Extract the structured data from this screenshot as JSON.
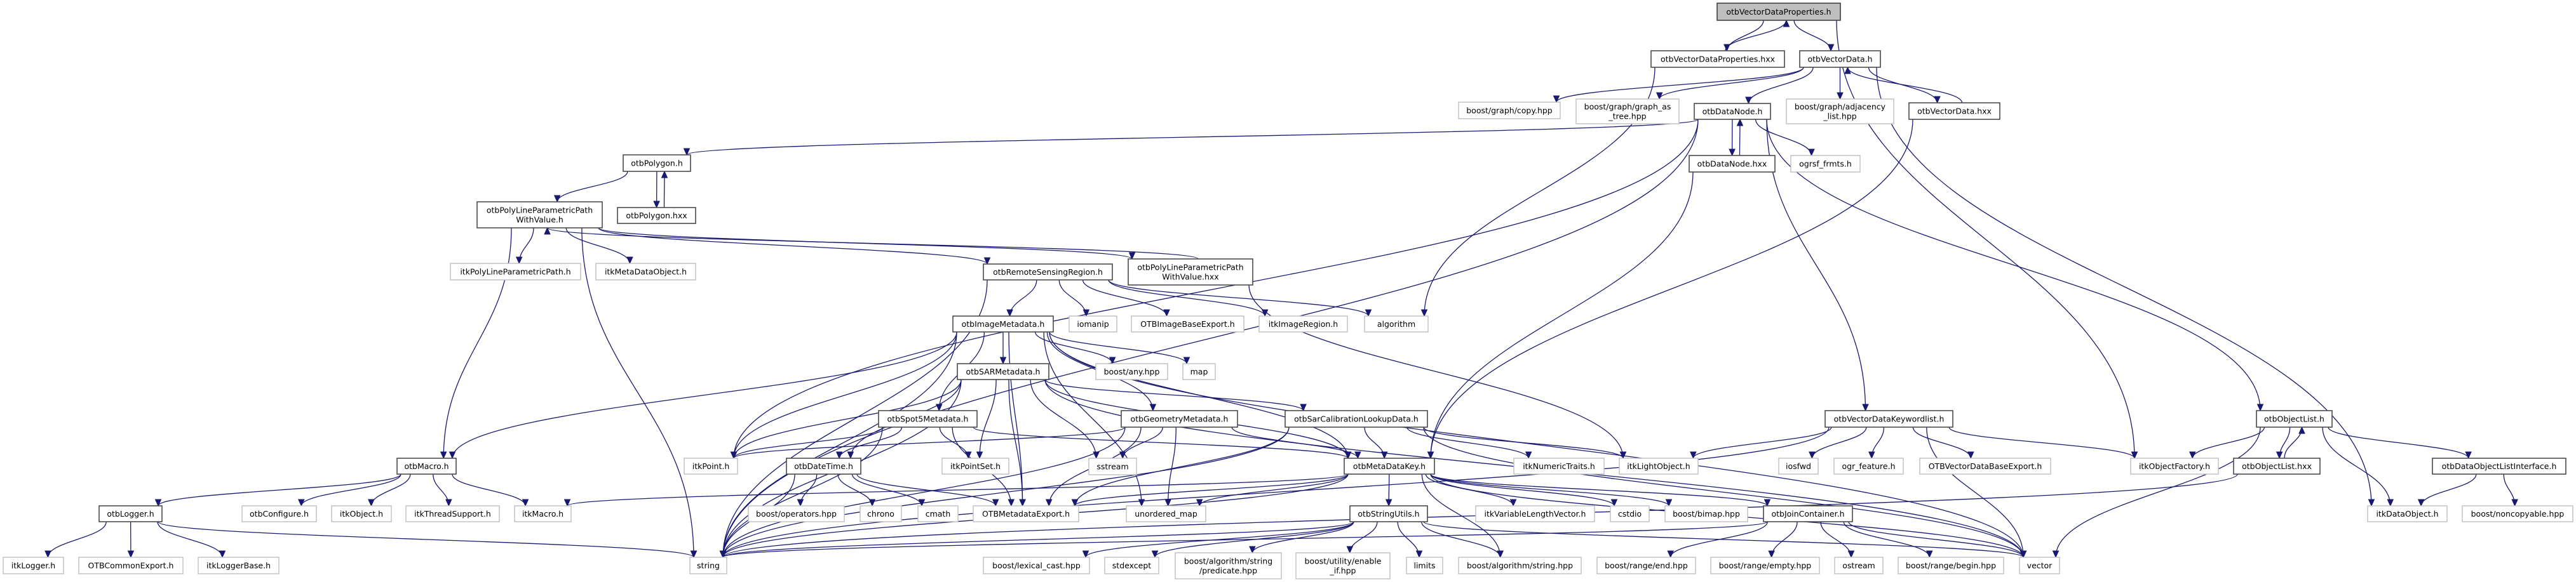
{
  "title": "otbVectorDataProperties.h",
  "colors": {
    "edge": "#191970",
    "root_fill": "#bfbfbf",
    "header_border": "#4a4a4a",
    "system_border": "#bfbfbf"
  },
  "nodes": [
    {
      "id": "vdp_h",
      "label": "otbVectorDataProperties.h",
      "kind": "root"
    },
    {
      "id": "vdp_hxx",
      "label": "otbVectorDataProperties.hxx",
      "kind": "header"
    },
    {
      "id": "vd_h",
      "label": "otbVectorData.h",
      "kind": "header"
    },
    {
      "id": "copy",
      "label": "boost/graph/copy.hpp",
      "kind": "system"
    },
    {
      "id": "gat",
      "label": [
        "boost/graph/graph_as",
        "_tree.hpp"
      ],
      "kind": "system"
    },
    {
      "id": "dn_h",
      "label": "otbDataNode.h",
      "kind": "header"
    },
    {
      "id": "adj",
      "label": [
        "boost/graph/adjacency",
        "_list.hpp"
      ],
      "kind": "system"
    },
    {
      "id": "vd_hxx",
      "label": "otbVectorData.hxx",
      "kind": "header"
    },
    {
      "id": "dn_hxx",
      "label": "otbDataNode.hxx",
      "kind": "header"
    },
    {
      "id": "ogrsf",
      "label": "ogrsf_frmts.h",
      "kind": "system"
    },
    {
      "id": "poly_h",
      "label": "otbPolygon.h",
      "kind": "header"
    },
    {
      "id": "poly_hxx",
      "label": "otbPolygon.hxx",
      "kind": "header"
    },
    {
      "id": "plp_h",
      "label": [
        "otbPolyLineParametricPath",
        "WithValue.h"
      ],
      "kind": "header"
    },
    {
      "id": "itkplp",
      "label": "itkPolyLineParametricPath.h",
      "kind": "system"
    },
    {
      "id": "itkmdo",
      "label": "itkMetaDataObject.h",
      "kind": "system"
    },
    {
      "id": "rsr",
      "label": "otbRemoteSensingRegion.h",
      "kind": "header"
    },
    {
      "id": "plp_hxx",
      "label": [
        "otbPolyLineParametricPath",
        "WithValue.hxx"
      ],
      "kind": "header"
    },
    {
      "id": "imd",
      "label": "otbImageMetadata.h",
      "kind": "header"
    },
    {
      "id": "iomanip",
      "label": "iomanip",
      "kind": "system"
    },
    {
      "id": "ibexp",
      "label": "OTBImageBaseExport.h",
      "kind": "system"
    },
    {
      "id": "itkir",
      "label": "itkImageRegion.h",
      "kind": "system"
    },
    {
      "id": "algorithm",
      "label": "algorithm",
      "kind": "system"
    },
    {
      "id": "sar",
      "label": "otbSARMetadata.h",
      "kind": "header"
    },
    {
      "id": "anyhpp",
      "label": "boost/any.hpp",
      "kind": "system"
    },
    {
      "id": "map",
      "label": "map",
      "kind": "system"
    },
    {
      "id": "spot5",
      "label": "otbSpot5Metadata.h",
      "kind": "header"
    },
    {
      "id": "geom",
      "label": "otbGeometryMetadata.h",
      "kind": "header"
    },
    {
      "id": "sarcal",
      "label": "otbSarCalibrationLookupData.h",
      "kind": "header"
    },
    {
      "id": "vdkw",
      "label": "otbVectorDataKeywordlist.h",
      "kind": "header"
    },
    {
      "id": "ol_h",
      "label": "otbObjectList.h",
      "kind": "header"
    },
    {
      "id": "macro",
      "label": "otbMacro.h",
      "kind": "header"
    },
    {
      "id": "itkpoint",
      "label": "itkPoint.h",
      "kind": "system"
    },
    {
      "id": "datetime",
      "label": "otbDateTime.h",
      "kind": "header"
    },
    {
      "id": "itkpointset",
      "label": "itkPointSet.h",
      "kind": "system"
    },
    {
      "id": "sstream",
      "label": "sstream",
      "kind": "system"
    },
    {
      "id": "mdk",
      "label": "otbMetaDataKey.h",
      "kind": "header"
    },
    {
      "id": "itknt",
      "label": "itkNumericTraits.h",
      "kind": "system"
    },
    {
      "id": "itklo",
      "label": "itkLightObject.h",
      "kind": "system"
    },
    {
      "id": "iosfwd",
      "label": "iosfwd",
      "kind": "system"
    },
    {
      "id": "ogrfeat",
      "label": "ogr_feature.h",
      "kind": "system"
    },
    {
      "id": "vdbexp",
      "label": "OTBVectorDataBaseExport.h",
      "kind": "system"
    },
    {
      "id": "itkof",
      "label": "itkObjectFactory.h",
      "kind": "system"
    },
    {
      "id": "ol_hxx",
      "label": "otbObjectList.hxx",
      "kind": "header"
    },
    {
      "id": "doli",
      "label": "otbDataObjectListInterface.h",
      "kind": "header"
    },
    {
      "id": "logger",
      "label": "otbLogger.h",
      "kind": "header"
    },
    {
      "id": "configure",
      "label": "otbConfigure.h",
      "kind": "system"
    },
    {
      "id": "itkobject",
      "label": "itkObject.h",
      "kind": "system"
    },
    {
      "id": "itkts",
      "label": "itkThreadSupport.h",
      "kind": "system"
    },
    {
      "id": "itkmacro",
      "label": "itkMacro.h",
      "kind": "system"
    },
    {
      "id": "boostops",
      "label": "boost/operators.hpp",
      "kind": "system"
    },
    {
      "id": "chrono",
      "label": "chrono",
      "kind": "system"
    },
    {
      "id": "cmath",
      "label": "cmath",
      "kind": "system"
    },
    {
      "id": "mdexp",
      "label": "OTBMetadataExport.h",
      "kind": "system"
    },
    {
      "id": "umap",
      "label": "unordered_map",
      "kind": "system"
    },
    {
      "id": "strutils",
      "label": "otbStringUtils.h",
      "kind": "header"
    },
    {
      "id": "itkvlv",
      "label": "itkVariableLengthVector.h",
      "kind": "system"
    },
    {
      "id": "cstdio",
      "label": "cstdio",
      "kind": "system"
    },
    {
      "id": "bimap",
      "label": "boost/bimap.hpp",
      "kind": "system"
    },
    {
      "id": "join",
      "label": "otbJoinContainer.h",
      "kind": "header"
    },
    {
      "id": "itkdo",
      "label": "itkDataObject.h",
      "kind": "system"
    },
    {
      "id": "noncopy",
      "label": "boost/noncopyable.hpp",
      "kind": "system"
    },
    {
      "id": "itklogger",
      "label": "itkLogger.h",
      "kind": "system"
    },
    {
      "id": "commonexp",
      "label": "OTBCommonExport.h",
      "kind": "system"
    },
    {
      "id": "itkloggerbase",
      "label": "itkLoggerBase.h",
      "kind": "system"
    },
    {
      "id": "string",
      "label": "string",
      "kind": "system"
    },
    {
      "id": "lexcast",
      "label": "boost/lexical_cast.hpp",
      "kind": "system"
    },
    {
      "id": "stdexcept",
      "label": "stdexcept",
      "kind": "system"
    },
    {
      "id": "predicate",
      "label": [
        "boost/algorithm/string",
        "/predicate.hpp"
      ],
      "kind": "system"
    },
    {
      "id": "enableif",
      "label": [
        "boost/utility/enable",
        "_if.hpp"
      ],
      "kind": "system"
    },
    {
      "id": "limits",
      "label": "limits",
      "kind": "system"
    },
    {
      "id": "algstring",
      "label": "boost/algorithm/string.hpp",
      "kind": "system"
    },
    {
      "id": "rangeend",
      "label": "boost/range/end.hpp",
      "kind": "system"
    },
    {
      "id": "rangeempty",
      "label": "boost/range/empty.hpp",
      "kind": "system"
    },
    {
      "id": "ostream",
      "label": "ostream",
      "kind": "system"
    },
    {
      "id": "rangebegin",
      "label": "boost/range/begin.hpp",
      "kind": "system"
    },
    {
      "id": "vector",
      "label": "vector",
      "kind": "system"
    }
  ],
  "edges": [
    [
      "vdp_h",
      "vdp_hxx"
    ],
    [
      "vdp_hxx",
      "vdp_h"
    ],
    [
      "vdp_h",
      "vd_h"
    ],
    [
      "vdp_h",
      "itkof"
    ],
    [
      "vdp_hxx",
      "algorithm"
    ],
    [
      "vd_h",
      "copy"
    ],
    [
      "vd_h",
      "gat"
    ],
    [
      "vd_h",
      "dn_h"
    ],
    [
      "vd_h",
      "adj"
    ],
    [
      "vd_h",
      "vd_hxx"
    ],
    [
      "vd_hxx",
      "vd_h"
    ],
    [
      "vd_h",
      "itkdo"
    ],
    [
      "vd_hxx",
      "mdk"
    ],
    [
      "dn_h",
      "dn_hxx"
    ],
    [
      "dn_hxx",
      "dn_h"
    ],
    [
      "dn_h",
      "ogrsf"
    ],
    [
      "dn_h",
      "poly_h"
    ],
    [
      "dn_h",
      "string"
    ],
    [
      "dn_h",
      "itkpoint"
    ],
    [
      "dn_h",
      "vdkw"
    ],
    [
      "dn_h",
      "ol_h"
    ],
    [
      "dn_hxx",
      "mdk"
    ],
    [
      "poly_h",
      "plp_h"
    ],
    [
      "poly_h",
      "poly_hxx"
    ],
    [
      "poly_hxx",
      "poly_h"
    ],
    [
      "plp_h",
      "itkplp"
    ],
    [
      "plp_h",
      "itkmdo"
    ],
    [
      "plp_h",
      "rsr"
    ],
    [
      "plp_h",
      "plp_hxx"
    ],
    [
      "plp_hxx",
      "plp_h"
    ],
    [
      "plp_h",
      "macro"
    ],
    [
      "plp_h",
      "string"
    ],
    [
      "plp_hxx",
      "itklo"
    ],
    [
      "rsr",
      "imd"
    ],
    [
      "rsr",
      "iomanip"
    ],
    [
      "rsr",
      "ibexp"
    ],
    [
      "rsr",
      "itkir"
    ],
    [
      "rsr",
      "algorithm"
    ],
    [
      "rsr",
      "string"
    ],
    [
      "imd",
      "sar"
    ],
    [
      "imd",
      "spot5"
    ],
    [
      "imd",
      "geom"
    ],
    [
      "imd",
      "anyhpp"
    ],
    [
      "imd",
      "map"
    ],
    [
      "imd",
      "mdk"
    ],
    [
      "imd",
      "mdexp"
    ],
    [
      "imd",
      "string"
    ],
    [
      "imd",
      "vector"
    ],
    [
      "imd",
      "umap"
    ],
    [
      "imd",
      "macro"
    ],
    [
      "imd",
      "itkpoint"
    ],
    [
      "sar",
      "itkpointset"
    ],
    [
      "sar",
      "itkpoint"
    ],
    [
      "sar",
      "sstream"
    ],
    [
      "sar",
      "sarcal"
    ],
    [
      "sar",
      "datetime"
    ],
    [
      "sar",
      "string"
    ],
    [
      "sar",
      "mdexp"
    ],
    [
      "sar",
      "mdk"
    ],
    [
      "sar",
      "vector"
    ],
    [
      "spot5",
      "itkpointset"
    ],
    [
      "spot5",
      "itkpoint"
    ],
    [
      "spot5",
      "string"
    ],
    [
      "spot5",
      "mdexp"
    ],
    [
      "spot5",
      "mdk"
    ],
    [
      "spot5",
      "datetime"
    ],
    [
      "geom",
      "sstream"
    ],
    [
      "geom",
      "mdk"
    ],
    [
      "geom",
      "string"
    ],
    [
      "geom",
      "mdexp"
    ],
    [
      "geom",
      "umap"
    ],
    [
      "geom",
      "itkpoint"
    ],
    [
      "sarcal",
      "mdk"
    ],
    [
      "sarcal",
      "itklo"
    ],
    [
      "sarcal",
      "itknt"
    ],
    [
      "sarcal",
      "mdexp"
    ],
    [
      "sarcal",
      "string"
    ],
    [
      "sarcal",
      "vector"
    ],
    [
      "macro",
      "logger"
    ],
    [
      "macro",
      "configure"
    ],
    [
      "macro",
      "itkobject"
    ],
    [
      "macro",
      "itkts"
    ],
    [
      "macro",
      "itkmacro"
    ],
    [
      "logger",
      "itklogger"
    ],
    [
      "logger",
      "commonexp"
    ],
    [
      "logger",
      "itkloggerbase"
    ],
    [
      "logger",
      "string"
    ],
    [
      "datetime",
      "boostops"
    ],
    [
      "datetime",
      "chrono"
    ],
    [
      "datetime",
      "cmath"
    ],
    [
      "datetime",
      "mdexp"
    ],
    [
      "datetime",
      "string"
    ],
    [
      "mdk",
      "strutils"
    ],
    [
      "mdk",
      "itkvlv"
    ],
    [
      "mdk",
      "cstdio"
    ],
    [
      "mdk",
      "bimap"
    ],
    [
      "mdk",
      "join"
    ],
    [
      "mdk",
      "string"
    ],
    [
      "mdk",
      "algstring"
    ],
    [
      "mdk",
      "mdexp"
    ],
    [
      "mdk",
      "itkmacro"
    ],
    [
      "mdk",
      "vector"
    ],
    [
      "mdk",
      "umap"
    ],
    [
      "strutils",
      "lexcast"
    ],
    [
      "strutils",
      "stdexcept"
    ],
    [
      "strutils",
      "predicate"
    ],
    [
      "strutils",
      "enableif"
    ],
    [
      "strutils",
      "limits"
    ],
    [
      "strutils",
      "algstring"
    ],
    [
      "strutils",
      "string"
    ],
    [
      "strutils",
      "vector"
    ],
    [
      "join",
      "rangeend"
    ],
    [
      "join",
      "rangeempty"
    ],
    [
      "join",
      "ostream"
    ],
    [
      "join",
      "rangebegin"
    ],
    [
      "join",
      "string"
    ],
    [
      "join",
      "vector"
    ],
    [
      "vdkw",
      "iosfwd"
    ],
    [
      "vdkw",
      "ogrfeat"
    ],
    [
      "vdkw",
      "vdbexp"
    ],
    [
      "vdkw",
      "itkof"
    ],
    [
      "vdkw",
      "vector"
    ],
    [
      "vdkw",
      "string"
    ],
    [
      "vdkw",
      "itklo"
    ],
    [
      "ol_h",
      "itkof"
    ],
    [
      "ol_h",
      "ol_hxx"
    ],
    [
      "ol_hxx",
      "ol_h"
    ],
    [
      "ol_h",
      "doli"
    ],
    [
      "ol_h",
      "itkdo"
    ],
    [
      "ol_h",
      "vector"
    ],
    [
      "ol_hxx",
      "string"
    ],
    [
      "doli",
      "itkdo"
    ],
    [
      "doli",
      "noncopy"
    ]
  ]
}
